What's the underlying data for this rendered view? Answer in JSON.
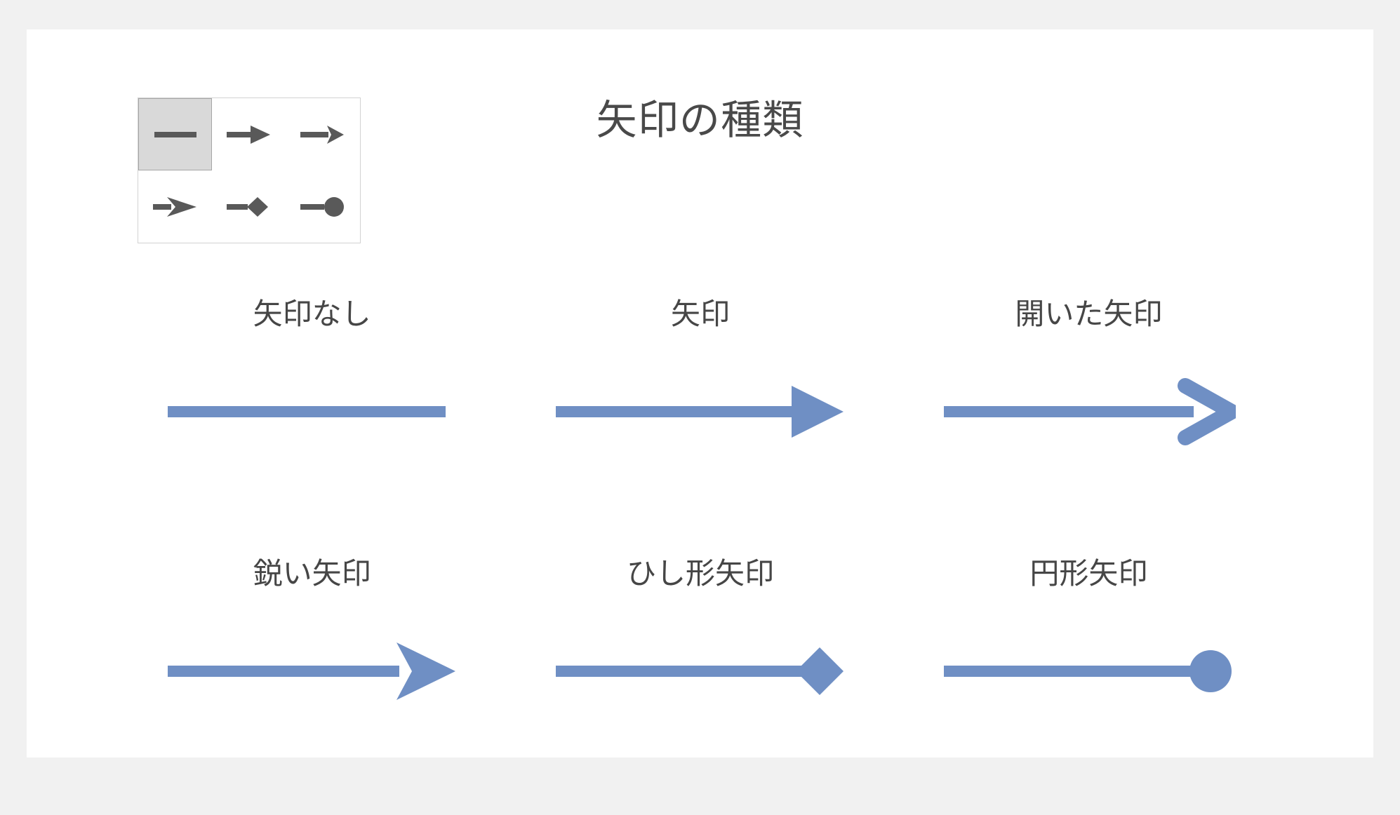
{
  "canvas": {
    "background_color": "#f1f1f1",
    "slide_color": "#ffffff"
  },
  "title": "矢印の種類",
  "palette": {
    "name": "arrow-style-picker",
    "selected_index": 0,
    "icon_color": "#595959",
    "selected_fill": "#d9d9d9",
    "options": [
      {
        "icon": "line-no-arrow-icon",
        "style": "none",
        "selected": true
      },
      {
        "icon": "arrow-triangle-icon",
        "style": "arrow",
        "selected": false
      },
      {
        "icon": "arrow-open-icon",
        "style": "open",
        "selected": false
      },
      {
        "icon": "arrow-stealth-icon",
        "style": "stealth",
        "selected": false
      },
      {
        "icon": "arrow-diamond-icon",
        "style": "diamond",
        "selected": false
      },
      {
        "icon": "arrow-oval-icon",
        "style": "oval",
        "selected": false
      }
    ]
  },
  "samples": {
    "line_color": "#6f8fc4",
    "items": [
      {
        "label": "矢印なし",
        "style": "none",
        "icon": "line-no-arrow-sample"
      },
      {
        "label": "矢印",
        "style": "arrow",
        "icon": "arrow-triangle-sample"
      },
      {
        "label": "開いた矢印",
        "style": "open",
        "icon": "arrow-open-sample"
      },
      {
        "label": "鋭い矢印",
        "style": "stealth",
        "icon": "arrow-stealth-sample"
      },
      {
        "label": "ひし形矢印",
        "style": "diamond",
        "icon": "arrow-diamond-sample"
      },
      {
        "label": "円形矢印",
        "style": "oval",
        "icon": "arrow-oval-sample"
      }
    ]
  }
}
